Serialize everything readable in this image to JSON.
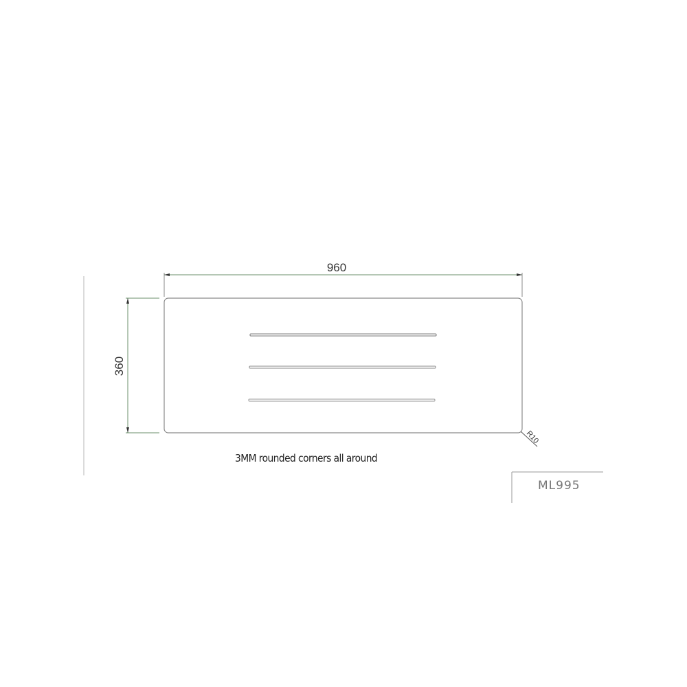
{
  "drawing": {
    "width_dimension": "960",
    "height_dimension": "360",
    "corner_radius_label": "R10",
    "note": "3MM rounded corners all around",
    "model_code": "ML995",
    "slots": 3
  },
  "colors": {
    "outline": "#8a8a8a",
    "dimension_line": "#6b8f6b",
    "text": "#333333"
  }
}
